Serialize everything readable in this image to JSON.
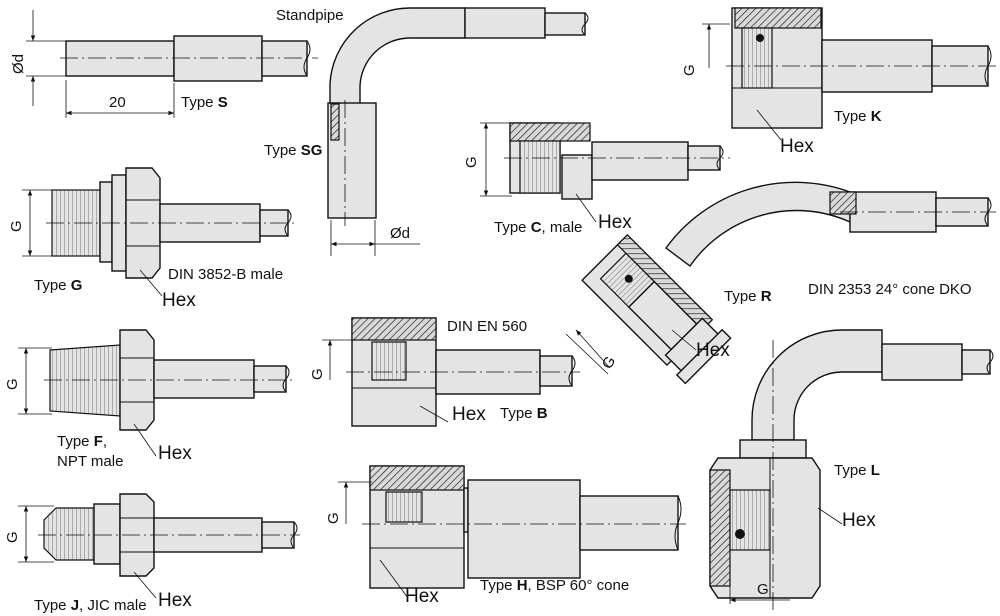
{
  "labels": {
    "dim_od_top": "Ød",
    "dim_20": "20",
    "type_s_prefix": "Type ",
    "type_s_letter": "S",
    "standpipe": "Standpipe",
    "type_sg_prefix": "Type ",
    "type_sg_letter": "SG",
    "dim_od_sg": "Ød",
    "dim_g_c": "G",
    "type_c_prefix": "Type ",
    "type_c_letter": "C",
    "type_c_suffix": ", male",
    "hex_c": "Hex",
    "dim_g_k": "G",
    "type_k_prefix": "Type ",
    "type_k_letter": "K",
    "hex_k": "Hex",
    "dim_g_g": "G",
    "type_g_prefix": "Type ",
    "type_g_letter": "G",
    "din_3852": "DIN 3852-B male",
    "hex_g": "Hex",
    "type_r_prefix": "Type ",
    "type_r_letter": "R",
    "din_2353": "DIN 2353 24° cone DKO",
    "hex_r": "Hex",
    "dim_g_r": "G",
    "din_en_560": "DIN EN 560",
    "dim_g_b": "G",
    "hex_b": "Hex",
    "type_b_prefix": "Type ",
    "type_b_letter": "B",
    "dim_g_f": "G",
    "type_f_prefix": "Type ",
    "type_f_letter": "F",
    "type_f_suffix": ",",
    "npt_male": "NPT male",
    "hex_f": "Hex",
    "type_l_prefix": "Type ",
    "type_l_letter": "L",
    "hex_l": "Hex",
    "dim_g_l": "G",
    "dim_g_h": "G",
    "type_h_prefix": "Type ",
    "type_h_letter": "H",
    "type_h_suffix": ", BSP 60° cone",
    "hex_h": "Hex",
    "dim_g_j": "G",
    "type_j_prefix": "Type ",
    "type_j_letter": "J",
    "type_j_suffix": ", JIC male",
    "hex_j": "Hex"
  }
}
